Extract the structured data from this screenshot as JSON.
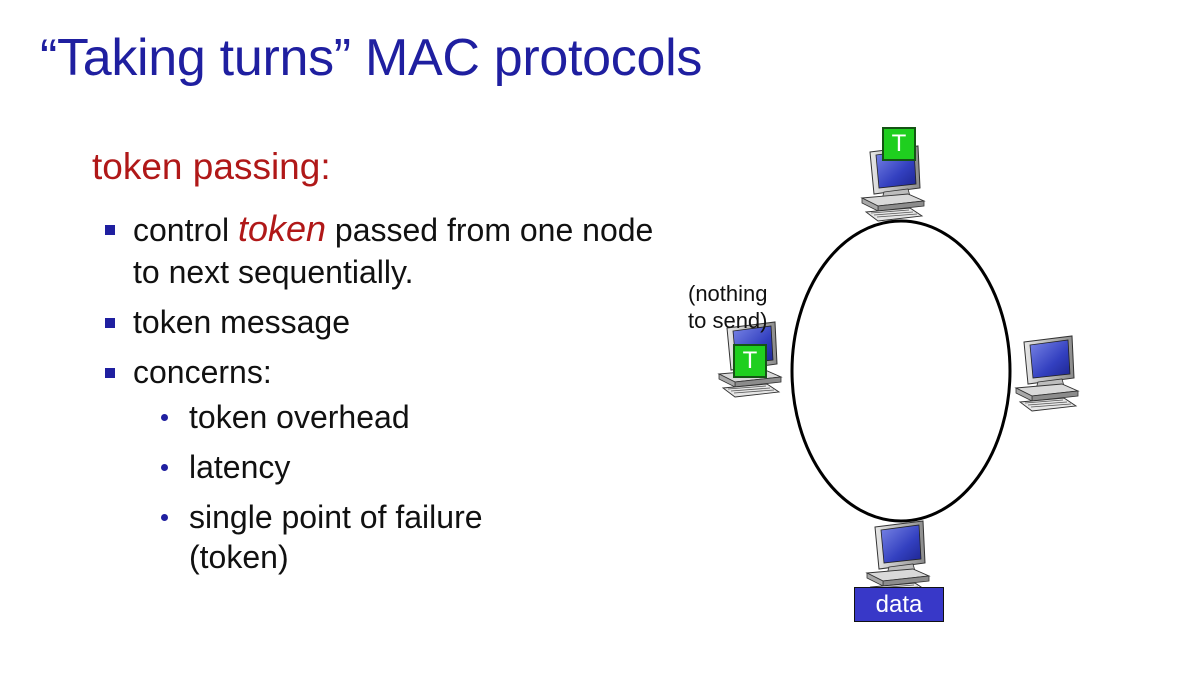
{
  "slide": {
    "title": "“Taking turns” MAC protocols",
    "subtitle": "token passing:",
    "bullets": {
      "b1_prefix": "control ",
      "b1_em": "token",
      "b1_suffix": " passed from one node to next sequentially.",
      "b2": "token message",
      "b3": "concerns:"
    },
    "subbullets": [
      "token overhead",
      "latency",
      "single point of failure (token)"
    ]
  },
  "diagram": {
    "note_line1": "(nothing",
    "note_line2": "to send)",
    "token_label": "T",
    "data_label": "data",
    "colors": {
      "token": "#1fcf1f",
      "data": "#3838c8",
      "title": "#1f1fa0",
      "accent": "#b01818"
    },
    "icons": [
      "computer-icon",
      "computer-icon",
      "computer-icon",
      "computer-icon"
    ]
  }
}
